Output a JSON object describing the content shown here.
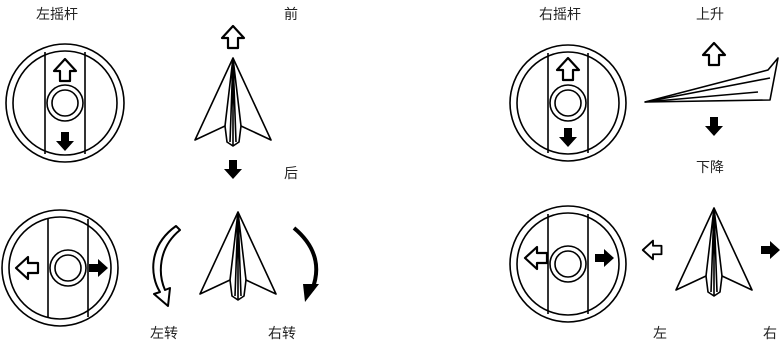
{
  "left_stick": {
    "title": "左摇杆",
    "forward": "前",
    "backward": "后",
    "turn_left": "左转",
    "turn_right": "右转"
  },
  "right_stick": {
    "title": "右摇杆",
    "ascend": "上升",
    "descend": "下降",
    "left": "左",
    "right": "右"
  },
  "colors": {
    "line": "#000000",
    "fill": "#ffffff"
  }
}
